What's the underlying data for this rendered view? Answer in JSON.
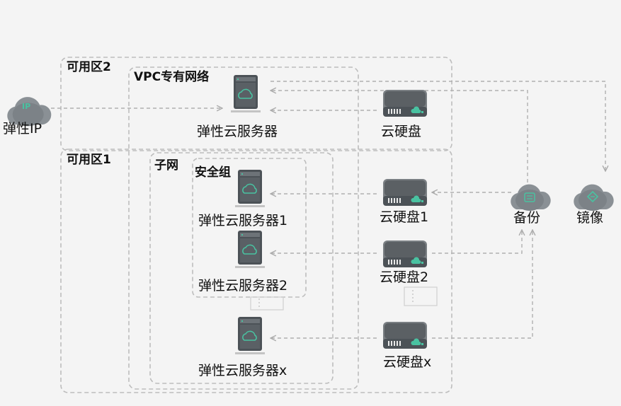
{
  "zones": {
    "az2": "可用区2",
    "vpc": "VPC专有网络",
    "az1": "可用区1",
    "subnet": "子网",
    "security_group": "安全组"
  },
  "nodes": {
    "eip": "弹性IP",
    "ecs_main": "弹性云服务器",
    "disk_main": "云硬盘",
    "ecs_1": "弹性云服务器1",
    "disk_1": "云硬盘1",
    "ecs_2": "弹性云服务器2",
    "disk_2": "云硬盘2",
    "ecs_x": "弹性云服务器x",
    "disk_x": "云硬盘x",
    "backup": "备份",
    "image": "镜像"
  },
  "icons": {
    "eip_badge": "IP",
    "server": "server-icon",
    "disk": "disk-icon",
    "cloud": "cloud-icon"
  },
  "colors": {
    "frame": "#b9b9b9",
    "arrow": "#b0b0b0",
    "icon_dark": "#4c5257",
    "icon_mid": "#777c80",
    "accent_green": "#49c2a1",
    "cloud": "#8a9095"
  }
}
